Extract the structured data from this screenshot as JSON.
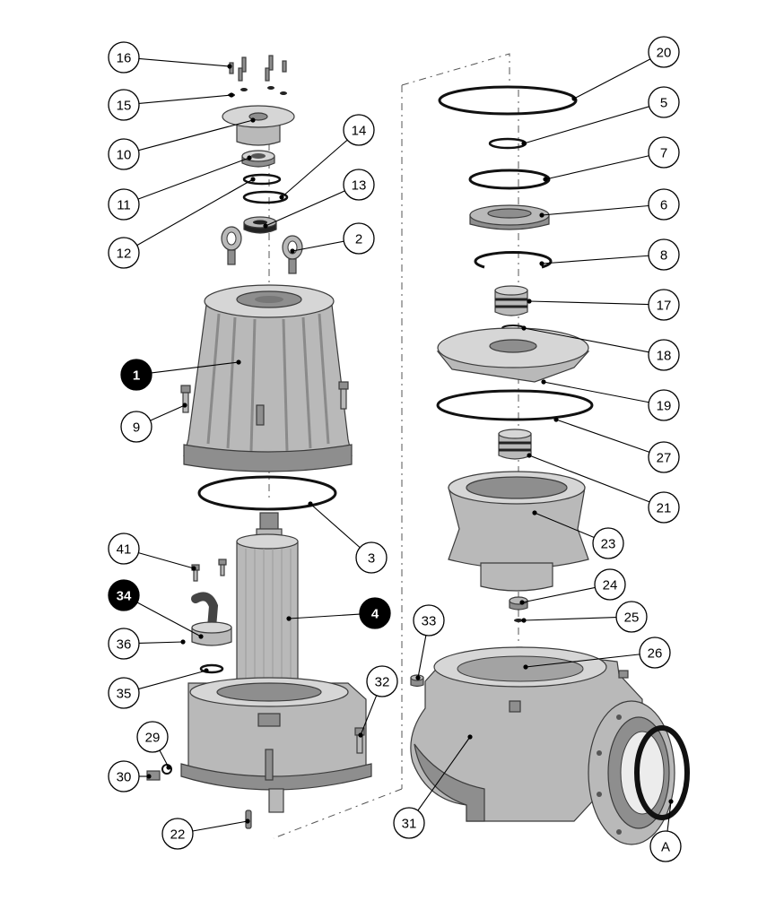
{
  "callouts": [
    {
      "id": "c16",
      "label": "16",
      "filled": false
    },
    {
      "id": "c15",
      "label": "15",
      "filled": false
    },
    {
      "id": "c10",
      "label": "10",
      "filled": false
    },
    {
      "id": "c11",
      "label": "11",
      "filled": false
    },
    {
      "id": "c12",
      "label": "12",
      "filled": false
    },
    {
      "id": "c14",
      "label": "14",
      "filled": false
    },
    {
      "id": "c13",
      "label": "13",
      "filled": false
    },
    {
      "id": "c2",
      "label": "2",
      "filled": false
    },
    {
      "id": "c1",
      "label": "1",
      "filled": true
    },
    {
      "id": "c9",
      "label": "9",
      "filled": false
    },
    {
      "id": "c3",
      "label": "3",
      "filled": false
    },
    {
      "id": "c41",
      "label": "41",
      "filled": false
    },
    {
      "id": "c4",
      "label": "4",
      "filled": true
    },
    {
      "id": "c34",
      "label": "34",
      "filled": true
    },
    {
      "id": "c36",
      "label": "36",
      "filled": false
    },
    {
      "id": "c35",
      "label": "35",
      "filled": false
    },
    {
      "id": "c32",
      "label": "32",
      "filled": false
    },
    {
      "id": "c29",
      "label": "29",
      "filled": false
    },
    {
      "id": "c30",
      "label": "30",
      "filled": false
    },
    {
      "id": "c22",
      "label": "22",
      "filled": false
    },
    {
      "id": "c20",
      "label": "20",
      "filled": false
    },
    {
      "id": "c5",
      "label": "5",
      "filled": false
    },
    {
      "id": "c7",
      "label": "7",
      "filled": false
    },
    {
      "id": "c6",
      "label": "6",
      "filled": false
    },
    {
      "id": "c8",
      "label": "8",
      "filled": false
    },
    {
      "id": "c17",
      "label": "17",
      "filled": false
    },
    {
      "id": "c18",
      "label": "18",
      "filled": false
    },
    {
      "id": "c19",
      "label": "19",
      "filled": false
    },
    {
      "id": "c27",
      "label": "27",
      "filled": false
    },
    {
      "id": "c21",
      "label": "21",
      "filled": false
    },
    {
      "id": "c23",
      "label": "23",
      "filled": false
    },
    {
      "id": "c24",
      "label": "24",
      "filled": false
    },
    {
      "id": "c25",
      "label": "25",
      "filled": false
    },
    {
      "id": "c33",
      "label": "33",
      "filled": false
    },
    {
      "id": "c26",
      "label": "26",
      "filled": false
    },
    {
      "id": "c31",
      "label": "31",
      "filled": false
    },
    {
      "id": "cA",
      "label": "A",
      "filled": false
    }
  ]
}
